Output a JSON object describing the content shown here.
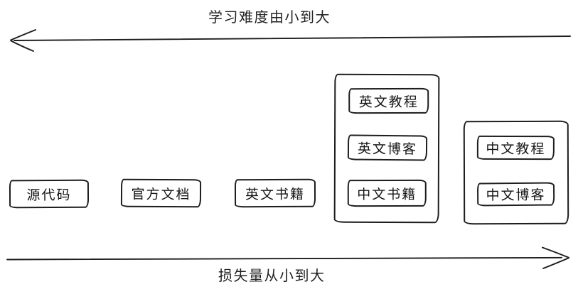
{
  "axes": {
    "top": {
      "label": "学习难度由小到大",
      "direction": "left"
    },
    "bottom": {
      "label": "损失量从小到大",
      "direction": "right"
    }
  },
  "boxes": [
    {
      "id": "source-code",
      "label": "源代码"
    },
    {
      "id": "official-docs",
      "label": "官方文档"
    },
    {
      "id": "english-books",
      "label": "英文书籍"
    }
  ],
  "groups": [
    {
      "id": "group-left",
      "items": [
        {
          "label": "英文教程"
        },
        {
          "label": "英文博客"
        },
        {
          "label": "中文书籍"
        }
      ]
    },
    {
      "id": "group-right",
      "items": [
        {
          "label": "中文教程"
        },
        {
          "label": "中文博客"
        }
      ]
    }
  ],
  "colors": {
    "stroke": "#1d1d1d",
    "background": "#ffffff"
  }
}
